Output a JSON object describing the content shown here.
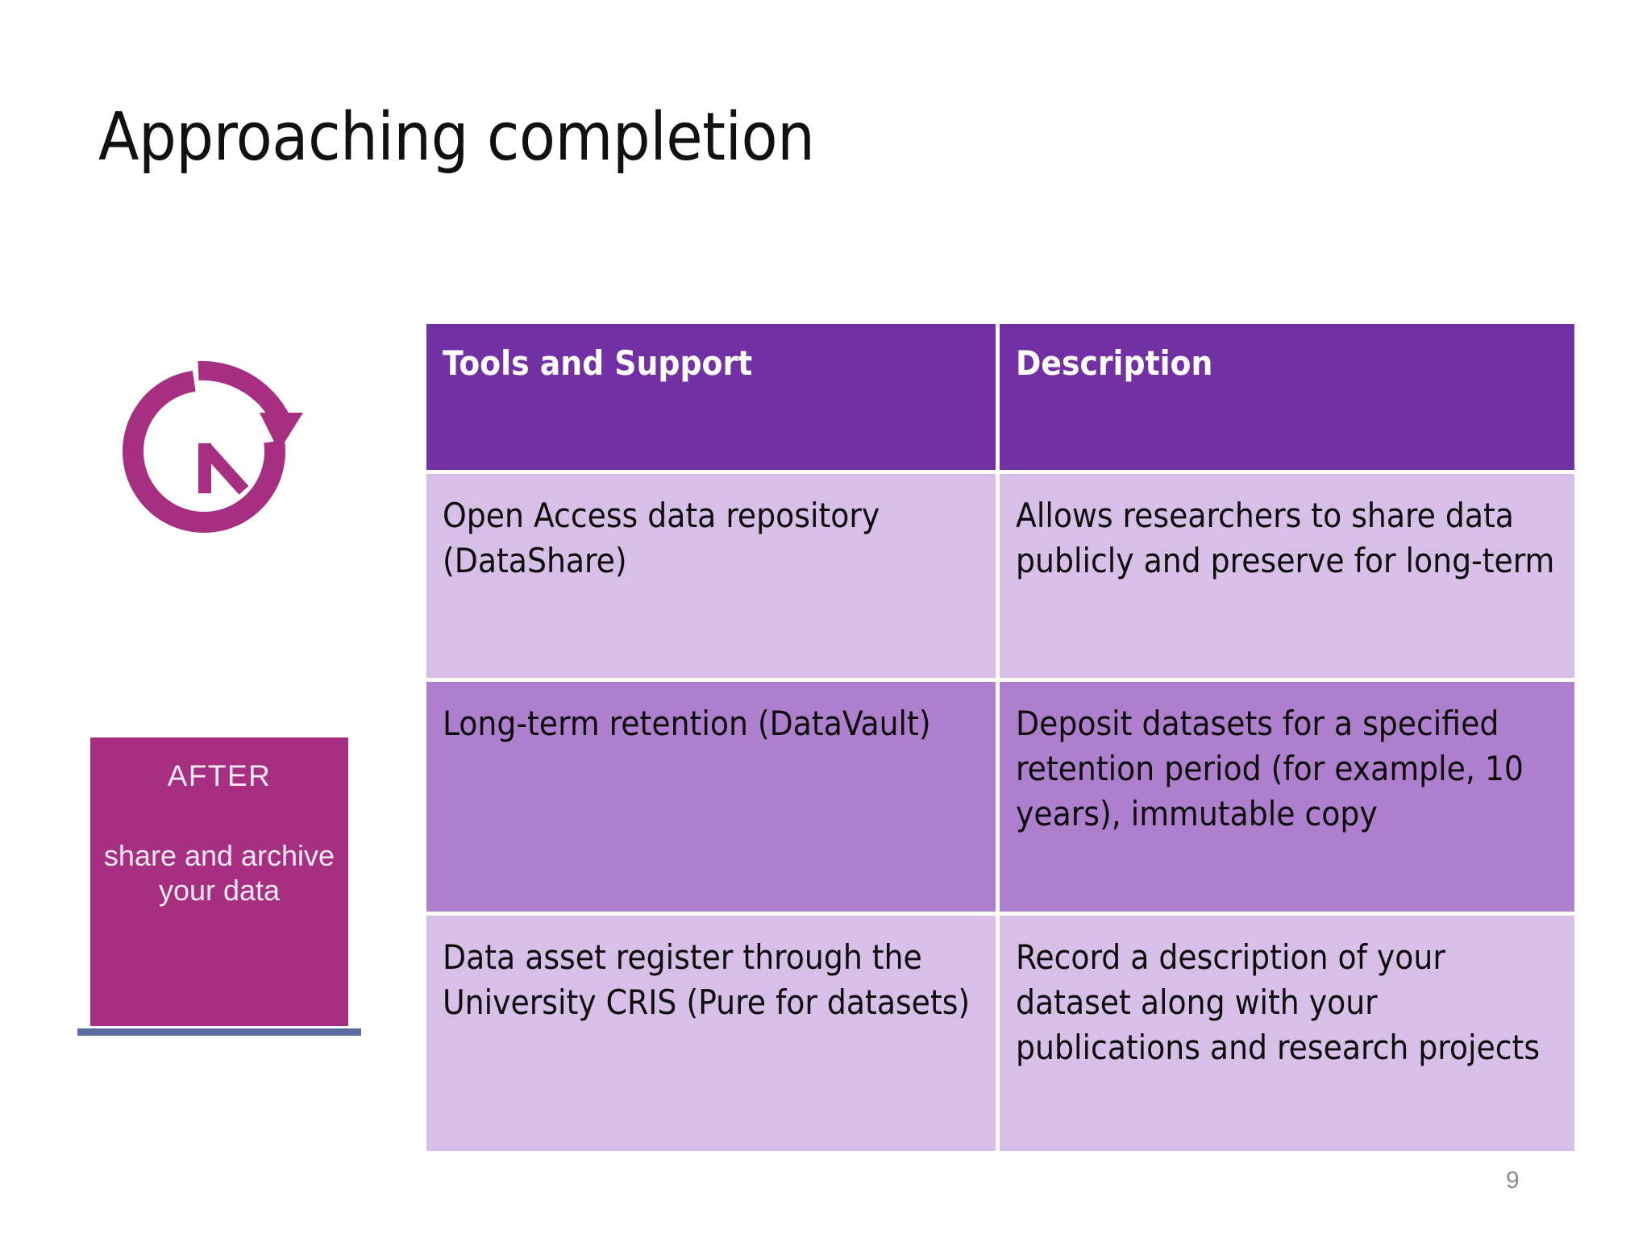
{
  "slide": {
    "title": "Approaching completion",
    "page_number": "9",
    "colors": {
      "header_purple": "#7230A4",
      "row_light_purple": "#D8BFE8",
      "row_dark_purple": "#AE7FCD",
      "magenta_accent": "#A72F82",
      "baseline_blue": "#5B6C9E",
      "page_number_gray": "#8c8c8c"
    }
  },
  "left_graphic": {
    "icon_name": "clock-with-arrow-icon",
    "after_card": {
      "heading": "AFTER",
      "subtext": "share and archive your data"
    }
  },
  "table": {
    "headers": [
      "Tools and Support",
      "Description"
    ],
    "rows": [
      {
        "tools": "Open Access data repository (DataShare)",
        "description": "Allows researchers to share data publicly and preserve for long-term",
        "shade": "light"
      },
      {
        "tools": "Long-term retention (DataVault)",
        "description": "Deposit datasets for a specified retention period (for example, 10 years), immutable copy",
        "shade": "dark"
      },
      {
        "tools": "Data asset register through the University CRIS (Pure for datasets)",
        "description": "Record a description of your dataset along with your publications and research projects",
        "shade": "light"
      }
    ]
  }
}
